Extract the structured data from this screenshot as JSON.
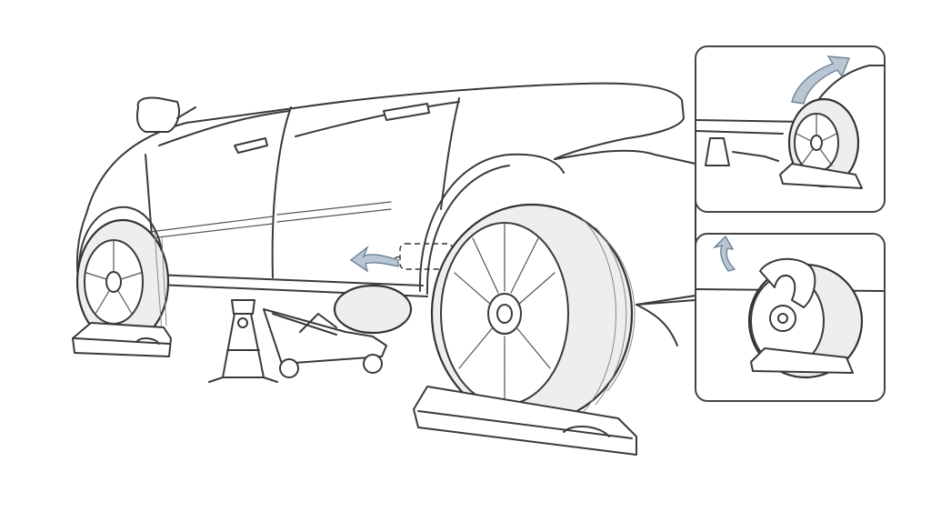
{
  "scene": {
    "background": "#ffffff",
    "ink_color": "#3a3a3a",
    "arrow_fill": "#b9c7d4",
    "arrow_stroke": "#6f8294",
    "tire_fill": "#eeeeee",
    "style": "monochrome line-art illustration"
  },
  "parts": [
    "car-body-icon",
    "front-wheel-icon",
    "rear-wheel-icon",
    "wheel-chock-icon",
    "jack-stand-icon",
    "floor-jack-icon",
    "lift-point-marker-icon",
    "direction-arrow-icon"
  ],
  "insets": [
    {
      "id": "inset-remove-wheel",
      "shows": [
        "wheel-icon",
        "curved-arrow-icon",
        "jack-stand-icon"
      ]
    },
    {
      "id": "inset-hand-tighten",
      "shows": [
        "hand-icon",
        "wheel-hub-icon",
        "rotate-arrow-icon"
      ]
    }
  ]
}
